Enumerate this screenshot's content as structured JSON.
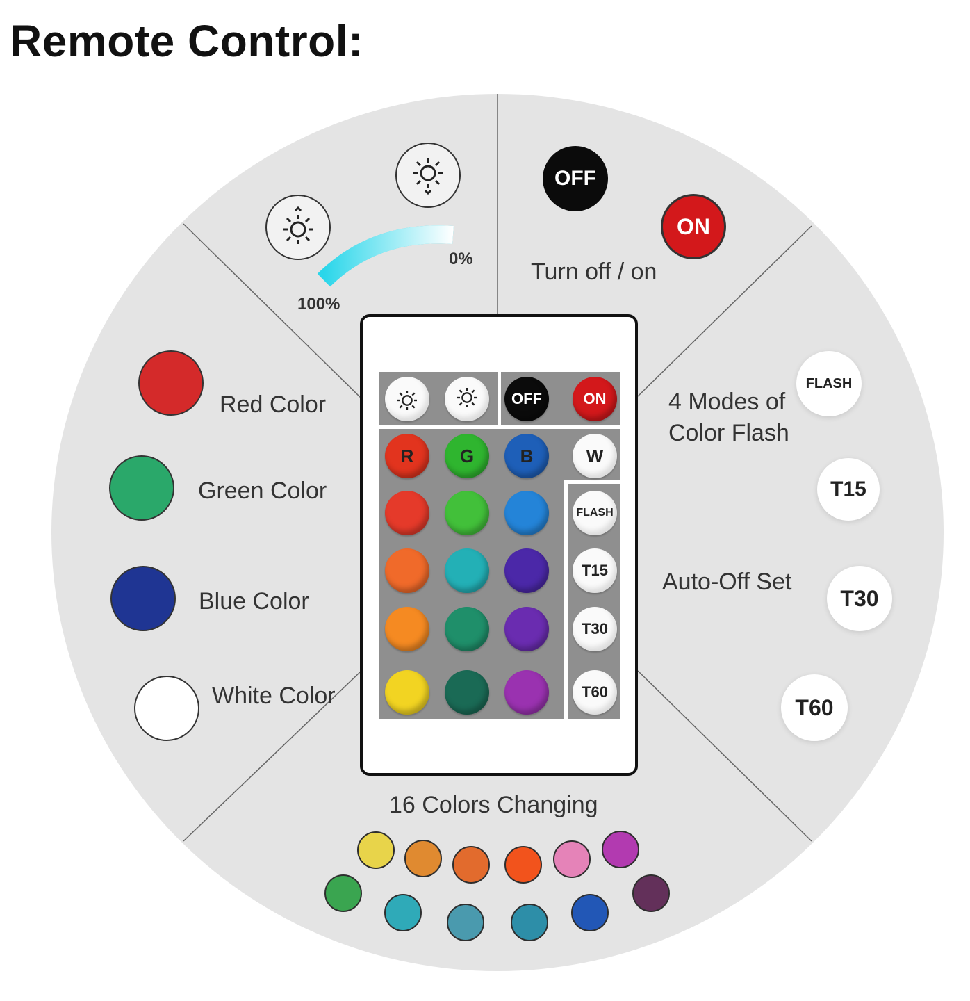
{
  "title": "Remote Control:",
  "brightness": {
    "high_label": "100%",
    "low_label": "0%"
  },
  "power": {
    "off_label": "OFF",
    "on_label": "ON",
    "caption": "Turn off / on"
  },
  "colors": {
    "red": "Red Color",
    "green": "Green Color",
    "blue": "Blue Color",
    "white": "White Color"
  },
  "modes": {
    "flash_caption_1": "4 Modes of",
    "flash_caption_2": "Color Flash",
    "flash_label": "FLASH",
    "auto_off_caption": "Auto-Off Set",
    "timers": [
      "T15",
      "T30",
      "T60"
    ]
  },
  "sixteen_colors": {
    "caption": "16 Colors Changing"
  },
  "remote": {
    "off": "OFF",
    "on": "ON",
    "r": "R",
    "g": "G",
    "b": "B",
    "w": "W",
    "flash": "FLASH",
    "t15": "T15",
    "t30": "T30",
    "t60": "T60"
  },
  "palette": {
    "red": "#d42a2a",
    "green": "#2aa86a",
    "blue": "#1f3593",
    "white": "#ffffff",
    "panel_gray": "#8f8f8f",
    "disc_gray": "#e4e4e4"
  }
}
